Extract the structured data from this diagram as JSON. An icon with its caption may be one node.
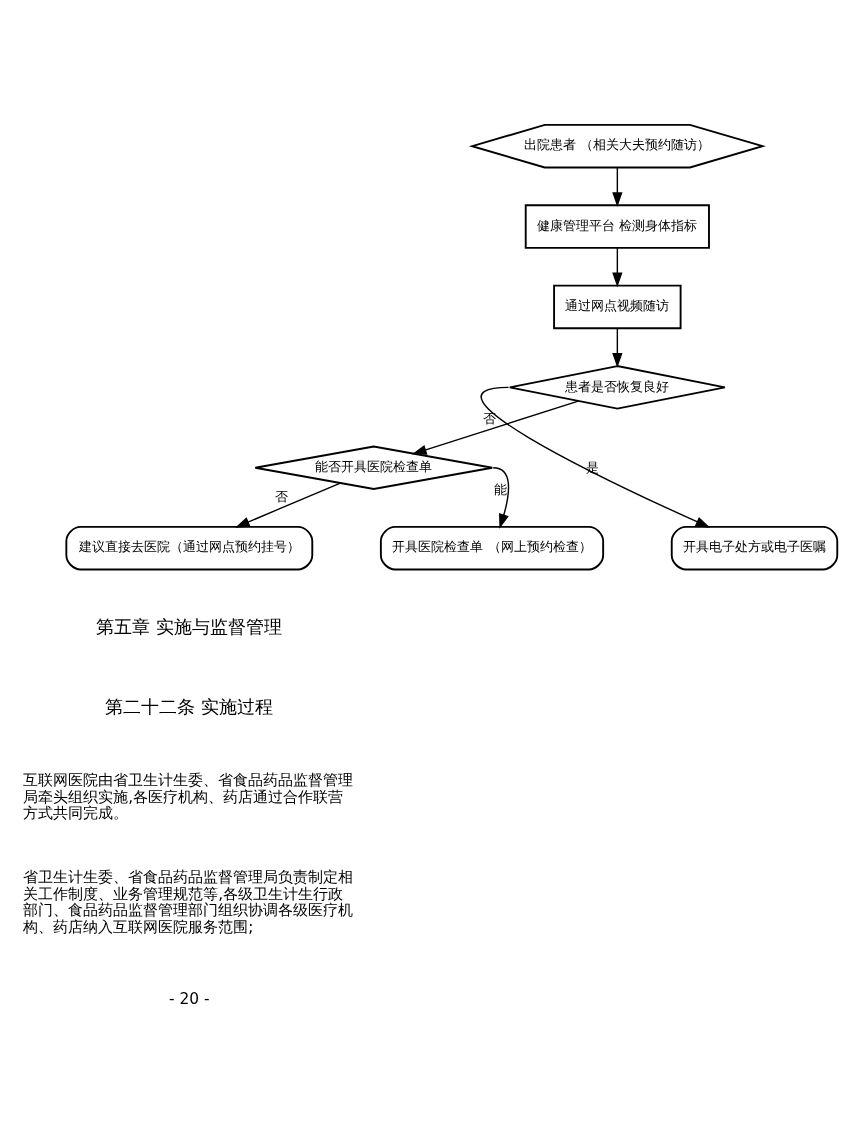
{
  "diagram": {
    "nodes": [
      {
        "text": [
          "出院患者 （相关大夫预约随访）"
        ]
      },
      {
        "text": [
          "健康管理平台 检测身体指标"
        ]
      },
      {
        "text": [
          "通过网点视频随访"
        ]
      },
      {
        "text": [
          "患者是否恢复良好"
        ]
      },
      {
        "text": [
          "能否开具医院检查单"
        ]
      },
      {
        "text": [
          "开具电子处方或电子医嘱"
        ]
      },
      {
        "text": [
          "建议直接去医院（通过网点预约挂号）"
        ]
      },
      {
        "text": [
          "开具医院检查单 （网上预约检查）"
        ]
      }
    ],
    "edges": [
      {
        "from": 0,
        "to": 1,
        "arrow": "to"
      },
      {
        "from": 1,
        "to": 2,
        "arrow": "to"
      },
      {
        "from": 2,
        "to": 3,
        "arrow": "to"
      },
      {
        "from": 3,
        "to": 5,
        "arrow": "to",
        "label": "是"
      },
      {
        "from": 3,
        "to": 4,
        "arrow": "to",
        "label": "否"
      },
      {
        "from": 4,
        "to": 6,
        "arrow": "to",
        "label": "否"
      },
      {
        "from": 4,
        "to": 7,
        "arrow": "to",
        "label": "能"
      }
    ],
    "labels": [
      "第五章 实施与监督管理",
      "第二十二条 实施过程",
      "互联网医院由省卫生计生委、省食品药品监督管理局牵头组织实施,各医疗机构、药店通过合作联营方式共同完成。",
      "省卫生计生委、省食品药品监督管理局负责制定相关工作制度、业务管理规范等,各级卫生计生行政部门、食品药品监督管理部门组织协调各级医疗机构、药店纳入互联网医院服务范围;",
      "- 20 -"
    ]
  }
}
